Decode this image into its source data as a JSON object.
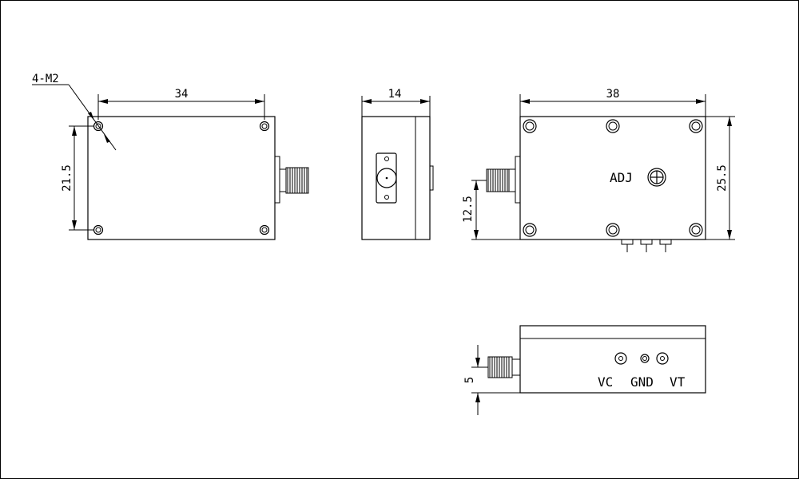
{
  "drawing": {
    "hole_note": "4-M2",
    "dims": {
      "front_width": "34",
      "front_height": "21.5",
      "side_width": "14",
      "rear_width": "38",
      "rear_height": "25.5",
      "connector_height": "12.5",
      "bottom_connector_offset": "5"
    },
    "labels": {
      "adj": "ADJ",
      "vc": "VC",
      "gnd": "GND",
      "vt": "VT"
    }
  }
}
